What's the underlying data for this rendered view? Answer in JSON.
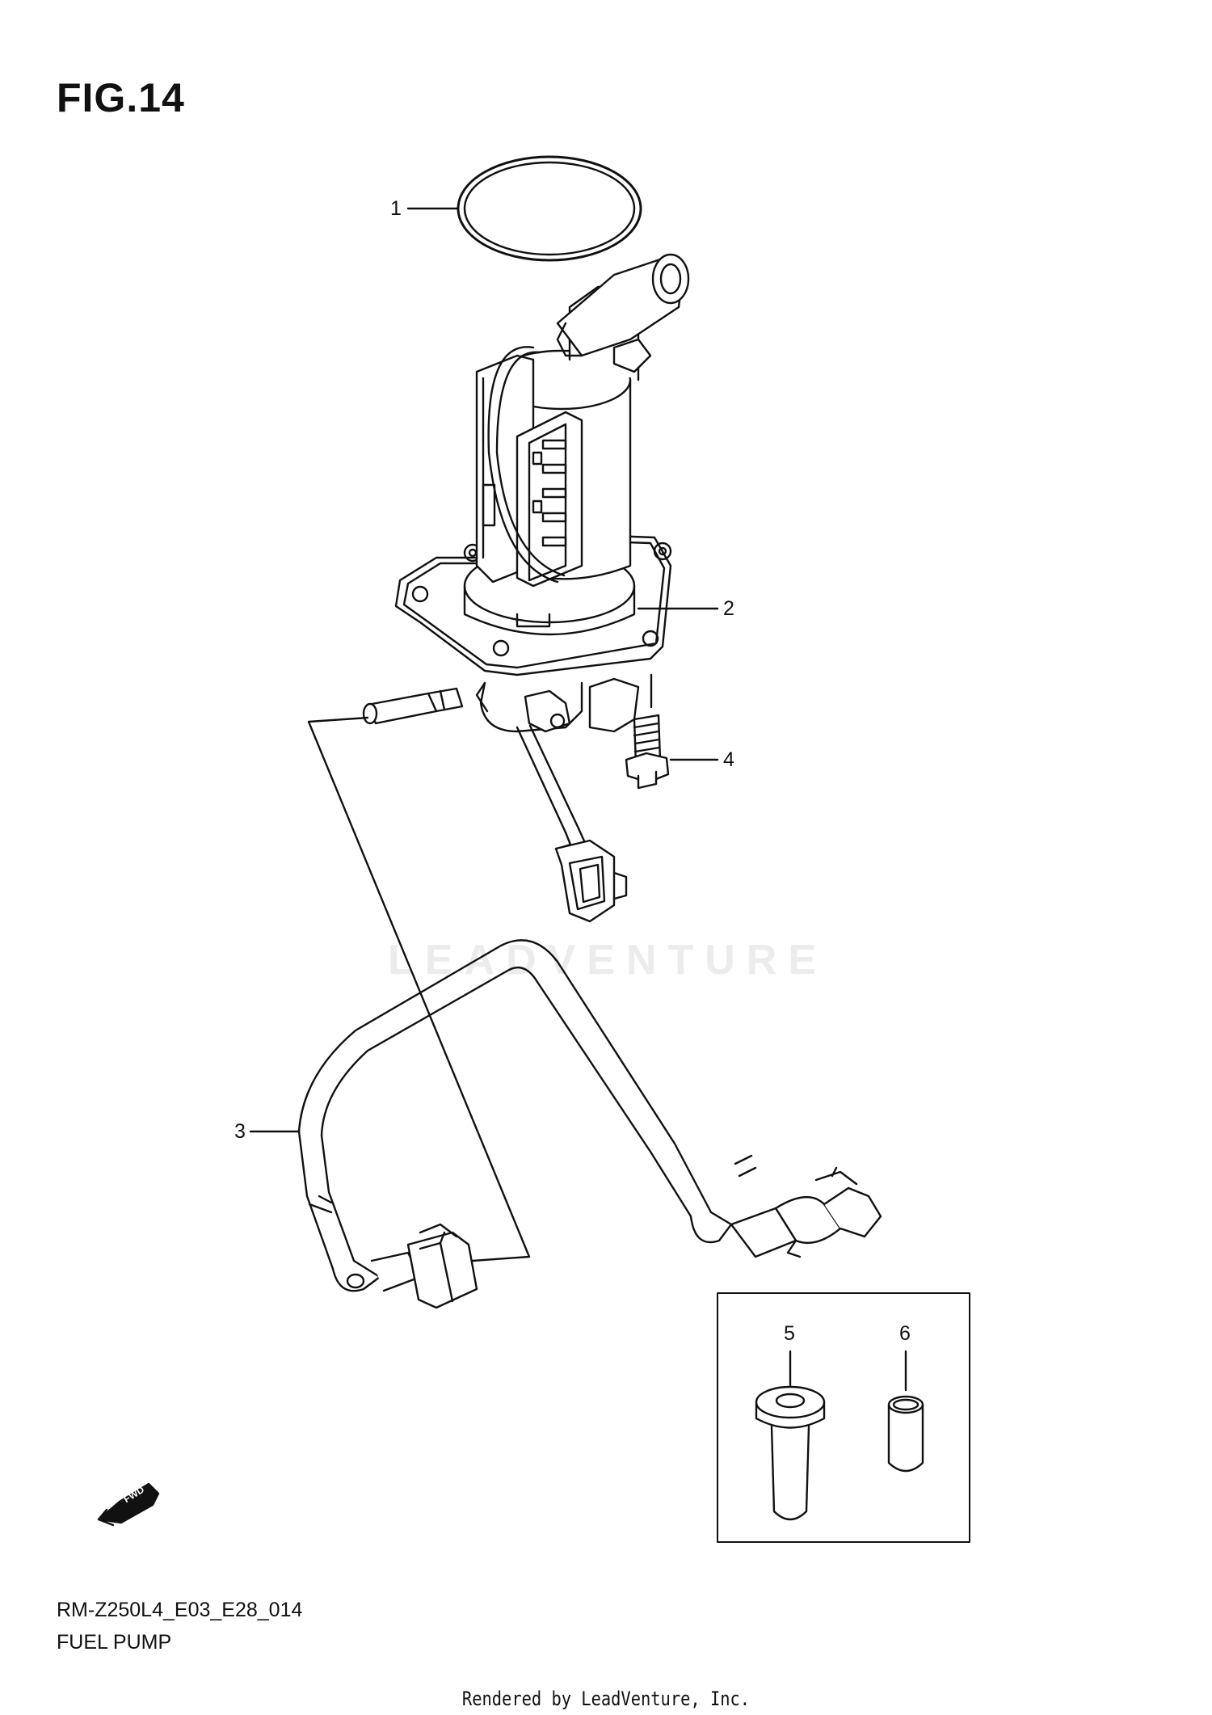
{
  "figure": {
    "title": "FIG.14"
  },
  "callouts": [
    {
      "number": "1"
    },
    {
      "number": "2"
    },
    {
      "number": "3"
    },
    {
      "number": "4"
    },
    {
      "number": "5"
    },
    {
      "number": "6"
    }
  ],
  "direction_badge": {
    "text": "FWD"
  },
  "watermark": {
    "text": "LEADVENTURE"
  },
  "footer": {
    "code": "RM-Z250L4_E03_E28_014",
    "name": "FUEL PUMP",
    "rendered_by": "Rendered by LeadVenture, Inc."
  }
}
